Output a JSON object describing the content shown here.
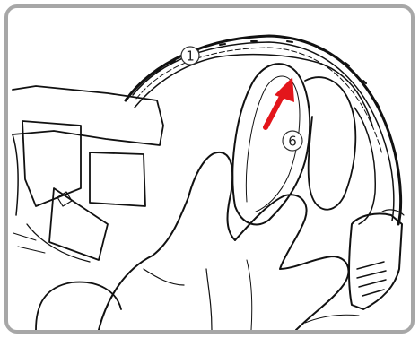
{
  "figure": {
    "callouts": [
      {
        "label": "1",
        "target": "shell-edge"
      },
      {
        "label": "6",
        "target": "cheek-pad"
      }
    ],
    "arrow": {
      "color": "#e3161b",
      "direction": "up-right"
    },
    "colors": {
      "frame_border": "#a7a7a7",
      "line_art": "#111111",
      "background": "#ffffff"
    }
  }
}
